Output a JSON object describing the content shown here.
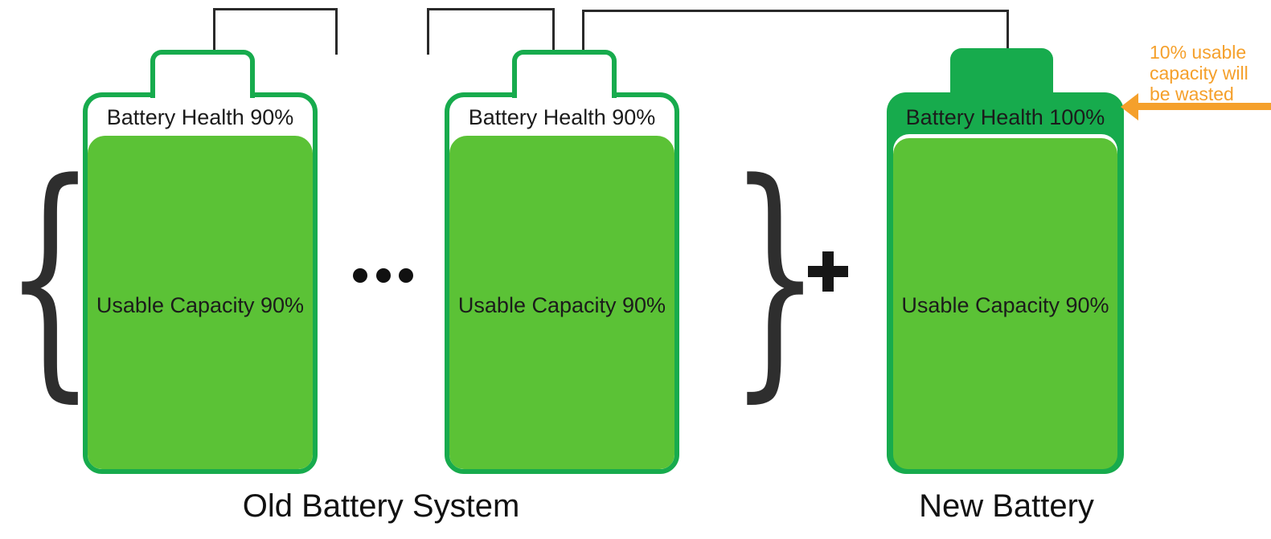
{
  "colors": {
    "battery_fill_green": "#5BC236",
    "battery_border_green": "#17AB4D",
    "wire_black": "#2A2A2A",
    "annotation_orange": "#F5A02B",
    "text_dark": "#1B1B1B"
  },
  "old_system": {
    "caption": "Old Battery System",
    "batteries": [
      {
        "health": "Battery Health 90%",
        "capacity": "Usable Capacity 90%"
      },
      {
        "health": "Battery Health 90%",
        "capacity": "Usable Capacity 90%"
      }
    ]
  },
  "new_battery": {
    "caption": "New Battery",
    "health": "Battery Health 100%",
    "capacity": "Usable Capacity 90%"
  },
  "annotation": {
    "lines": [
      "10% usable",
      "capacity will",
      "be wasted"
    ]
  },
  "icons": {
    "brace_open": "{",
    "brace_close": "}",
    "plus": "+",
    "ellipsis": "•••",
    "arrow_left": "←"
  }
}
